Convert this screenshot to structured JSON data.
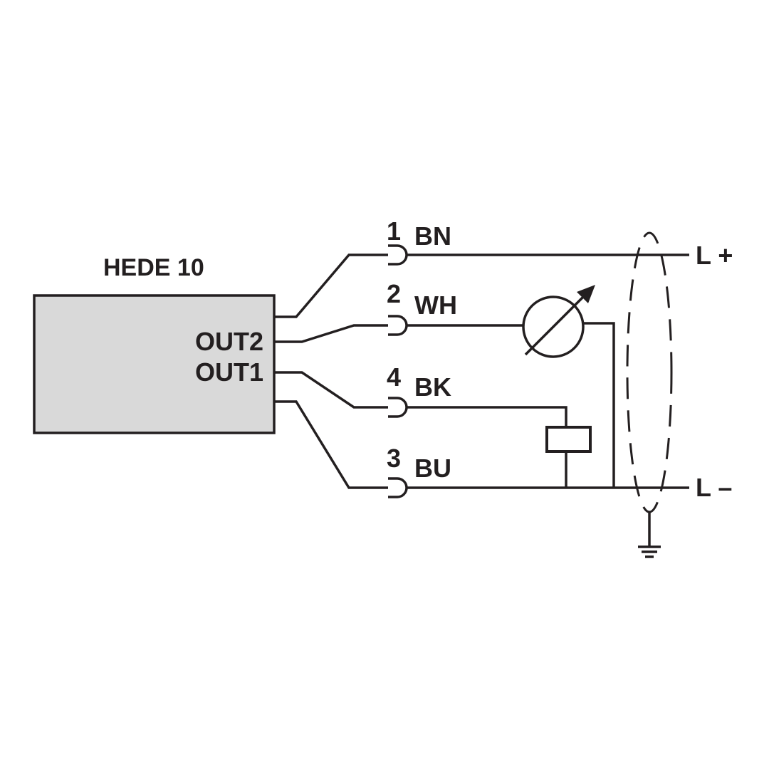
{
  "device": {
    "title": "HEDE 10",
    "out2_label": "OUT2",
    "out1_label": "OUT1",
    "box_fill": "#d9d9d9"
  },
  "pins": [
    {
      "number": "1",
      "color_code": "BN"
    },
    {
      "number": "2",
      "color_code": "WH"
    },
    {
      "number": "4",
      "color_code": "BK"
    },
    {
      "number": "3",
      "color_code": "BU"
    }
  ],
  "supply": {
    "positive_label": "L +",
    "negative_label": "L –"
  },
  "components": {
    "meter_icon": "adjustable-meter-icon",
    "load_icon": "relay-coil-icon",
    "ground_icon": "ground-icon",
    "shield_icon": "cable-shield-icon"
  },
  "colors": {
    "line": "#231f20",
    "background": "#ffffff"
  }
}
